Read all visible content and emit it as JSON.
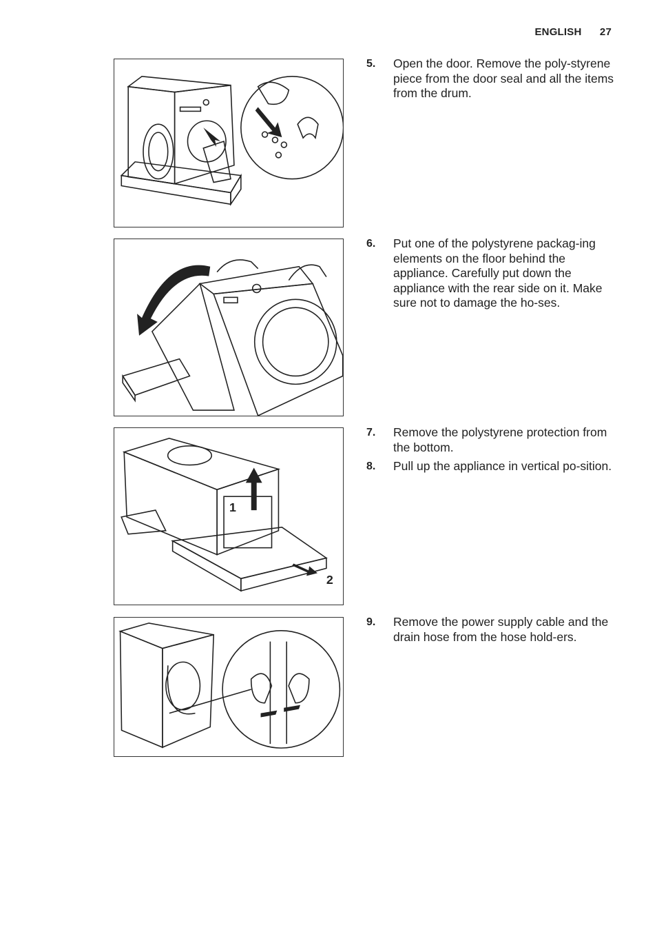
{
  "header": {
    "language": "ENGLISH",
    "page_number": "27"
  },
  "steps": [
    {
      "num": "5.",
      "text": "Open the door. Remove the poly-styrene piece from the door seal and all the items from the drum."
    },
    {
      "num": "6.",
      "text": "Put one of the polystyrene packag-ing elements on the floor behind the appliance. Carefully put down the appliance with the rear side on it. Make sure not to damage the ho-ses."
    },
    {
      "num": "7.",
      "text": "Remove the polystyrene protection from the bottom."
    },
    {
      "num": "8.",
      "text": "Pull up the appliance in vertical po-sition."
    },
    {
      "num": "9.",
      "text": "Remove the power supply cable and the drain hose from the hose hold-ers."
    }
  ],
  "figures": {
    "fig3": {
      "label_1": "1",
      "label_2": "2"
    }
  }
}
